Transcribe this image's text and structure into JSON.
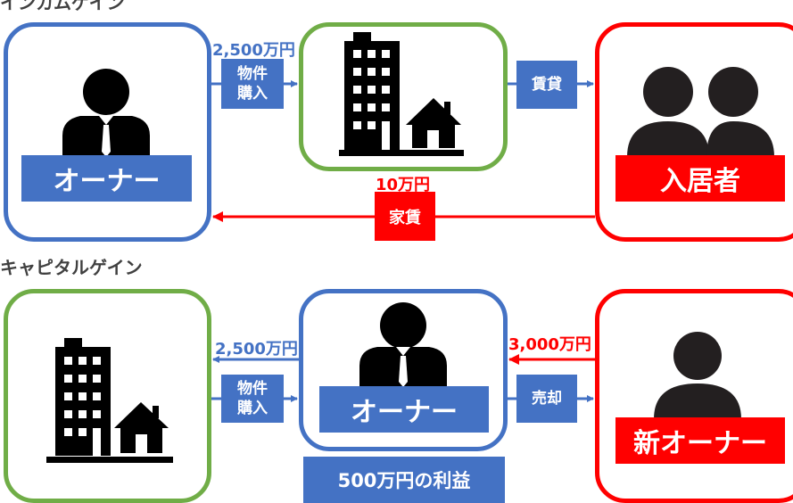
{
  "section_income": "インカムゲイン",
  "section_capital": "キャピタルゲイン",
  "top": {
    "owner_label": "オーナー",
    "tenant_label": "入居者",
    "price": "2,500万円",
    "purchase_line1": "物件",
    "purchase_line2": "購入",
    "lease": "賃貸",
    "rent_amount": "10万円",
    "rent": "家賃"
  },
  "bottom": {
    "owner_label": "オーナー",
    "new_owner_label": "新オーナー",
    "purchase_price": "2,500万円",
    "purchase_line1": "物件",
    "purchase_line2": "購入",
    "sale_price": "3,000万円",
    "sale": "売却",
    "profit": "500万円の利益"
  },
  "colors": {
    "blue": "#4472c4",
    "green": "#70ad47",
    "red": "#ff0000",
    "black": "#000000"
  }
}
